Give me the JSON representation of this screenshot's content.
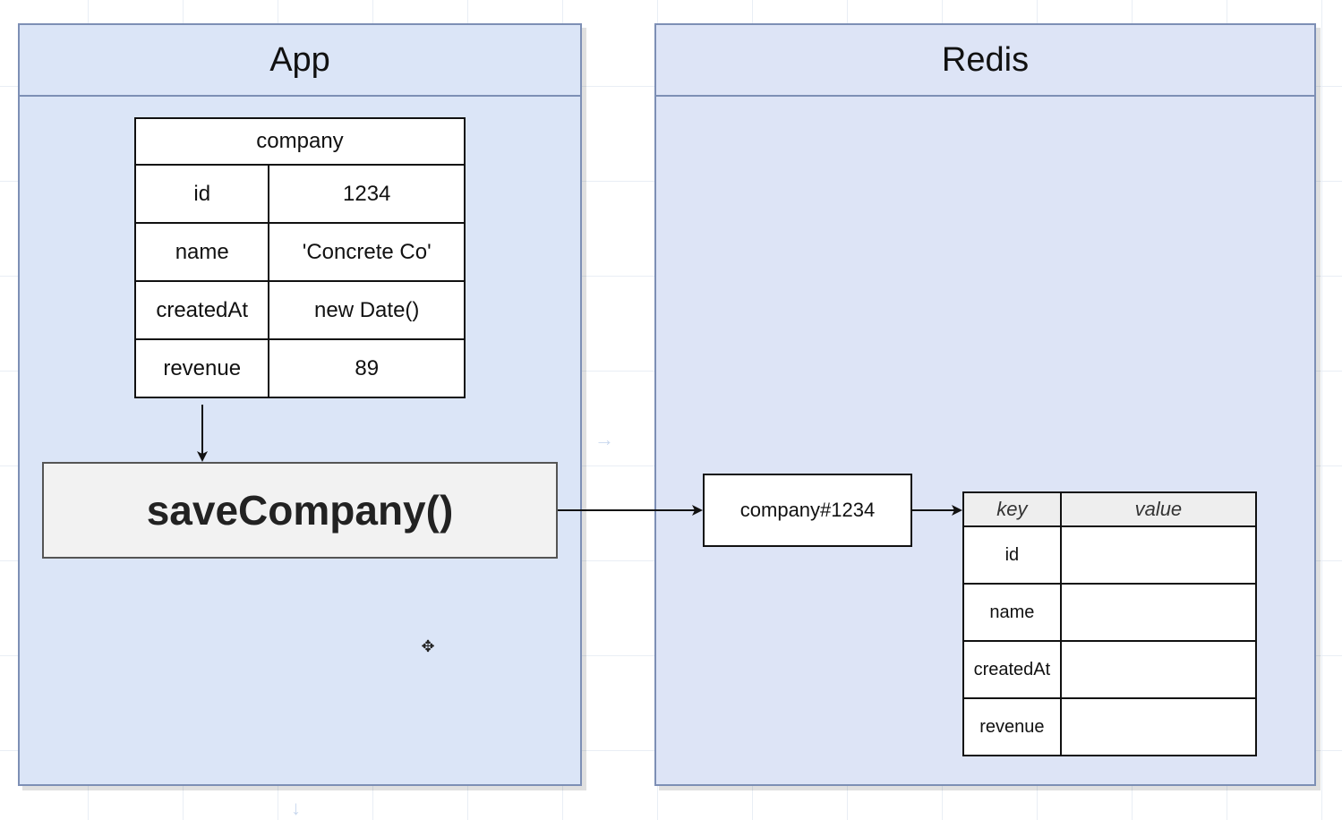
{
  "app": {
    "title": "App"
  },
  "redis": {
    "title": "Redis"
  },
  "company_table": {
    "title": "company",
    "rows": [
      {
        "key": "id",
        "value": "1234"
      },
      {
        "key": "name",
        "value": "'Concrete Co'"
      },
      {
        "key": "createdAt",
        "value": "new Date()"
      },
      {
        "key": "revenue",
        "value": "89"
      }
    ]
  },
  "save_function": {
    "label": "saveCompany()"
  },
  "redis_key": {
    "label": "company#1234"
  },
  "hash_table": {
    "columns": [
      "key",
      "value"
    ],
    "rows": [
      {
        "key": "id",
        "value": ""
      },
      {
        "key": "name",
        "value": ""
      },
      {
        "key": "createdAt",
        "value": ""
      },
      {
        "key": "revenue",
        "value": ""
      }
    ]
  },
  "icons": {
    "cursor": "move-cursor-icon"
  }
}
